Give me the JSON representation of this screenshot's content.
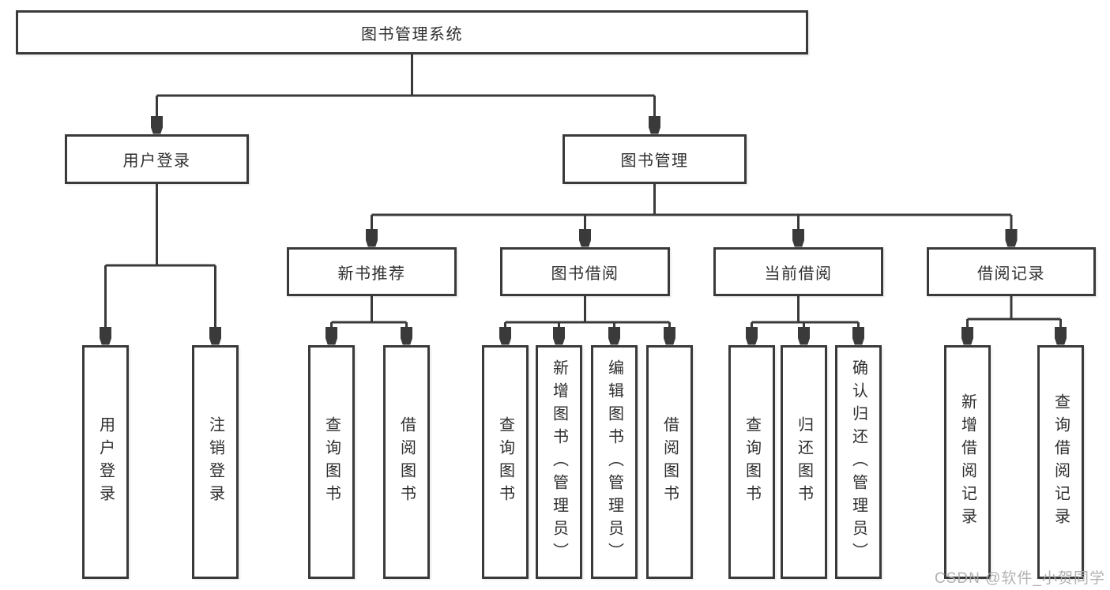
{
  "nodes": {
    "root": "图书管理系统",
    "user_login": "用户登录",
    "book_management": "图书管理",
    "new_book_recommend": "新书推荐",
    "book_borrowing": "图书借阅",
    "current_borrowing": "当前借阅",
    "borrowing_records": "借阅记录",
    "leaf_user_login": "用户登录",
    "leaf_logout": "注销登录",
    "leaf_rec_query_books": "查询图书",
    "leaf_rec_borrow_books": "借阅图书",
    "leaf_bb_query_books": "查询图书",
    "leaf_bb_add_books_admin": "新增图书（管理员）",
    "leaf_bb_edit_books_admin": "编辑图书（管理员）",
    "leaf_bb_borrow_books": "借阅图书",
    "leaf_cb_query_books": "查询图书",
    "leaf_cb_return_books": "归还图书",
    "leaf_cb_confirm_return_admin": "确认归还（管理员）",
    "leaf_br_add_record": "新增借阅记录",
    "leaf_br_query_record": "查询借阅记录"
  },
  "watermark": "CSDN @软件_小贺同学",
  "colors": {
    "line": "#3a3a3a",
    "text": "#2e2e2e",
    "watermark": "#aaaaaa",
    "background": "#ffffff"
  }
}
